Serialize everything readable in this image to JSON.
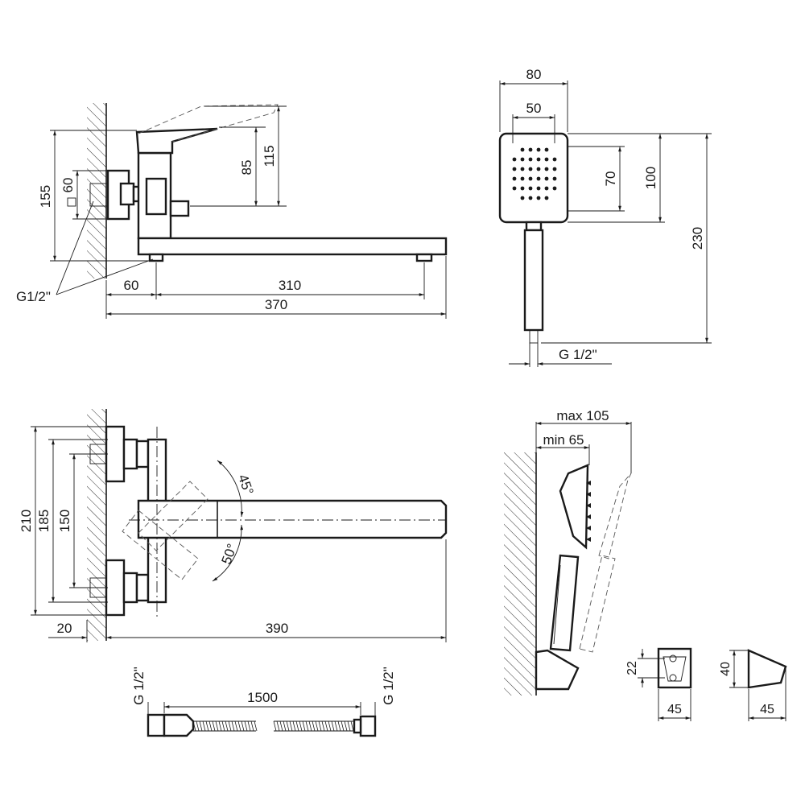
{
  "side_view": {
    "dims": {
      "total_height": "155",
      "rosette": "60",
      "handle_height": "115",
      "body_height": "85",
      "offset": "60",
      "spout": "310",
      "total_width": "370",
      "thread": "G1/2\""
    }
  },
  "hand_shower": {
    "dims": {
      "head_width": "80",
      "spray_width": "50",
      "spray_height": "70",
      "head_height": "100",
      "total_length": "230",
      "thread": "G 1/2\""
    }
  },
  "top_view": {
    "dims": {
      "overall": "210",
      "rosette_span": "185",
      "axis_span": "150",
      "wall_gap": "20",
      "spout_length": "390",
      "angle_upper": "45°",
      "angle_lower": "50°"
    }
  },
  "holder_view": {
    "dims": {
      "max_reach": "max 105",
      "min_reach": "min 65"
    }
  },
  "hose": {
    "dims": {
      "length": "1500",
      "thread_left": "G 1/2\"",
      "thread_right": "G 1/2\""
    }
  },
  "small_parts": {
    "dims": {
      "bracket_height": "22",
      "bracket_width": "45",
      "holder_height": "40",
      "holder_width": "45"
    }
  }
}
